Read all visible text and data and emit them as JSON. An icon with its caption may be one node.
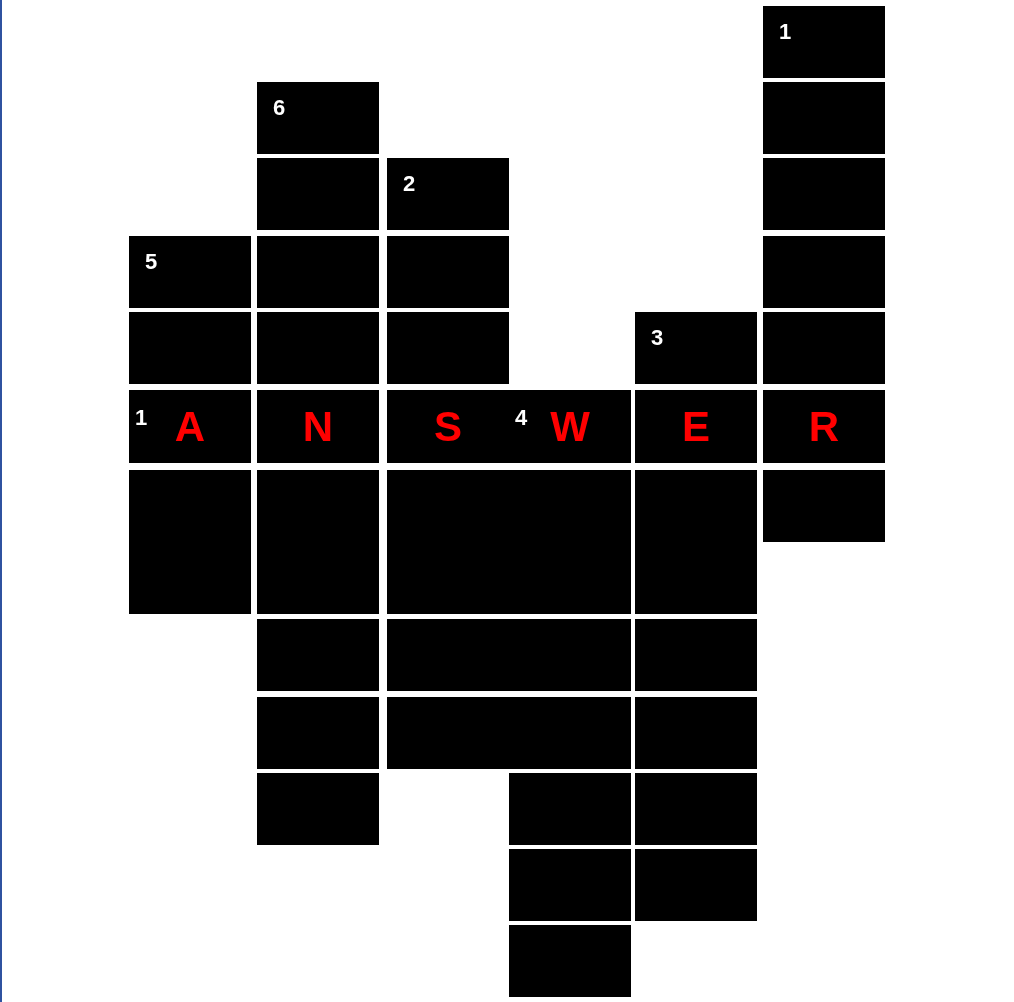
{
  "diagram": {
    "nodes": [
      {
        "text": [
          "1"
        ]
      },
      {
        "text": [
          "6"
        ]
      },
      {
        "text": [],
        "shape": "box"
      },
      {
        "text": [],
        "shape": "box"
      },
      {
        "text": [
          "2"
        ]
      },
      {
        "text": [],
        "shape": "box"
      },
      {
        "text": [
          "5"
        ]
      },
      {
        "text": [],
        "shape": "box"
      },
      {
        "text": [],
        "shape": "box"
      },
      {
        "text": [],
        "shape": "box"
      },
      {
        "text": [],
        "shape": "box"
      },
      {
        "text": [],
        "shape": "box"
      },
      {
        "text": [],
        "shape": "box"
      },
      {
        "text": [
          "3"
        ]
      },
      {
        "text": [],
        "shape": "box"
      },
      {
        "text": [
          "1",
          "A"
        ]
      },
      {
        "text": [
          "N"
        ]
      },
      {
        "text": [
          "S"
        ]
      },
      {
        "text": [
          "4",
          "W"
        ]
      },
      {
        "text": [
          "E"
        ]
      },
      {
        "text": [
          "R"
        ]
      },
      {
        "text": [],
        "shape": "box"
      },
      {
        "text": [],
        "shape": "box"
      },
      {
        "text": [],
        "shape": "box"
      },
      {
        "text": [],
        "shape": "box"
      },
      {
        "text": [],
        "shape": "box"
      },
      {
        "text": [],
        "shape": "box"
      },
      {
        "text": [],
        "shape": "box"
      },
      {
        "text": [],
        "shape": "box"
      },
      {
        "text": [],
        "shape": "box"
      },
      {
        "text": [],
        "shape": "box"
      },
      {
        "text": [],
        "shape": "box"
      },
      {
        "text": [],
        "shape": "box"
      },
      {
        "text": [],
        "shape": "box"
      },
      {
        "text": [],
        "shape": "box"
      },
      {
        "text": [],
        "shape": "box"
      },
      {
        "text": [],
        "shape": "box"
      },
      {
        "text": [],
        "shape": "box"
      },
      {
        "text": [],
        "shape": "box"
      },
      {
        "text": [],
        "shape": "box"
      },
      {
        "text": [],
        "shape": "box"
      },
      {
        "text": [],
        "shape": "box"
      },
      {
        "text": [],
        "shape": "box"
      },
      {
        "text": [],
        "shape": "box"
      },
      {
        "text": [],
        "shape": "box"
      },
      {
        "text": [],
        "shape": "box"
      }
    ]
  }
}
